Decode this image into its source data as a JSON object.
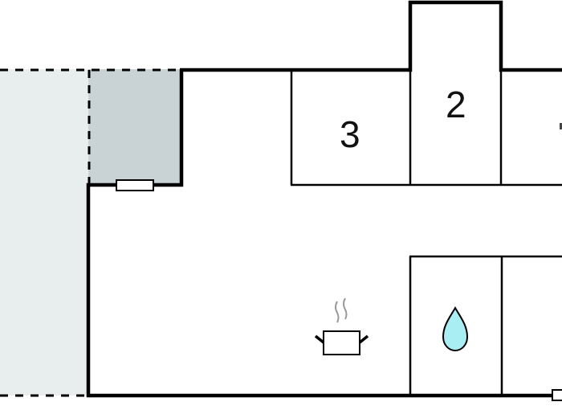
{
  "floorplan": {
    "rooms": [
      {
        "id": "room-3",
        "label": "3"
      },
      {
        "id": "room-2",
        "label": "2"
      }
    ],
    "areas": {
      "terrace_color": "#e8eeee",
      "covered_area_color": "#c9d3d5"
    },
    "icons": {
      "kitchen": "cooking-pot-icon",
      "bathroom": "water-drop-icon"
    },
    "colors": {
      "wall": "#000000",
      "water": "#a8eef2",
      "steam": "#999999"
    }
  }
}
